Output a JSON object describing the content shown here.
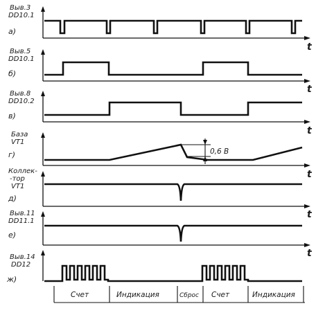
{
  "rows": [
    {
      "id": "a",
      "letter": "a)",
      "signal": [
        "Выв.3",
        "DD10.1"
      ]
    },
    {
      "id": "b",
      "letter": "б)",
      "signal": [
        "Выв.5",
        "DD10.1"
      ]
    },
    {
      "id": "c",
      "letter": "в)",
      "signal": [
        "Выв.8",
        "DD10.2"
      ]
    },
    {
      "id": "d",
      "letter": "г)",
      "signal": [
        "База",
        "VT1"
      ]
    },
    {
      "id": "e",
      "letter": "д)",
      "signal": [
        "Коллек-",
        "-тор",
        "VT1"
      ]
    },
    {
      "id": "f",
      "letter": "е)",
      "signal": [
        "Выв.11",
        "DD11.1"
      ]
    },
    {
      "id": "g",
      "letter": "ж)",
      "signal": [
        "Выв.14",
        "DD12"
      ]
    }
  ],
  "time_axis_label": "t",
  "voltage_annotation": "0,6 В",
  "phases": [
    {
      "label": "Счет"
    },
    {
      "label": "Индикация"
    },
    {
      "label": "Сброс"
    },
    {
      "label": "Счет"
    },
    {
      "label": "Индикация"
    }
  ]
}
